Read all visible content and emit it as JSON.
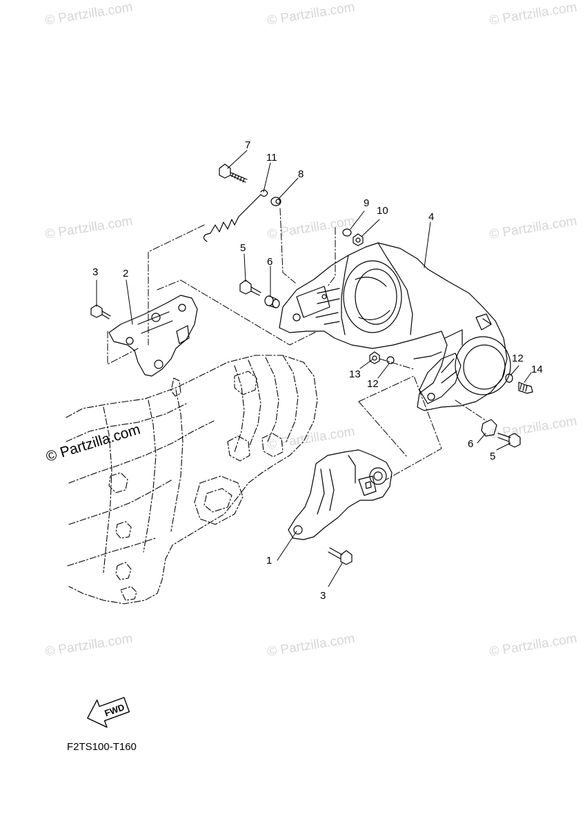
{
  "watermark": "© Partzilla.com",
  "diagram_code": "F2TS100-T160",
  "fwd_label": "FWD",
  "callouts": [
    "7",
    "11",
    "8",
    "9",
    "10",
    "4",
    "5",
    "6",
    "3",
    "2",
    "12",
    "14",
    "13",
    "12",
    "6",
    "5",
    "1",
    "3"
  ]
}
